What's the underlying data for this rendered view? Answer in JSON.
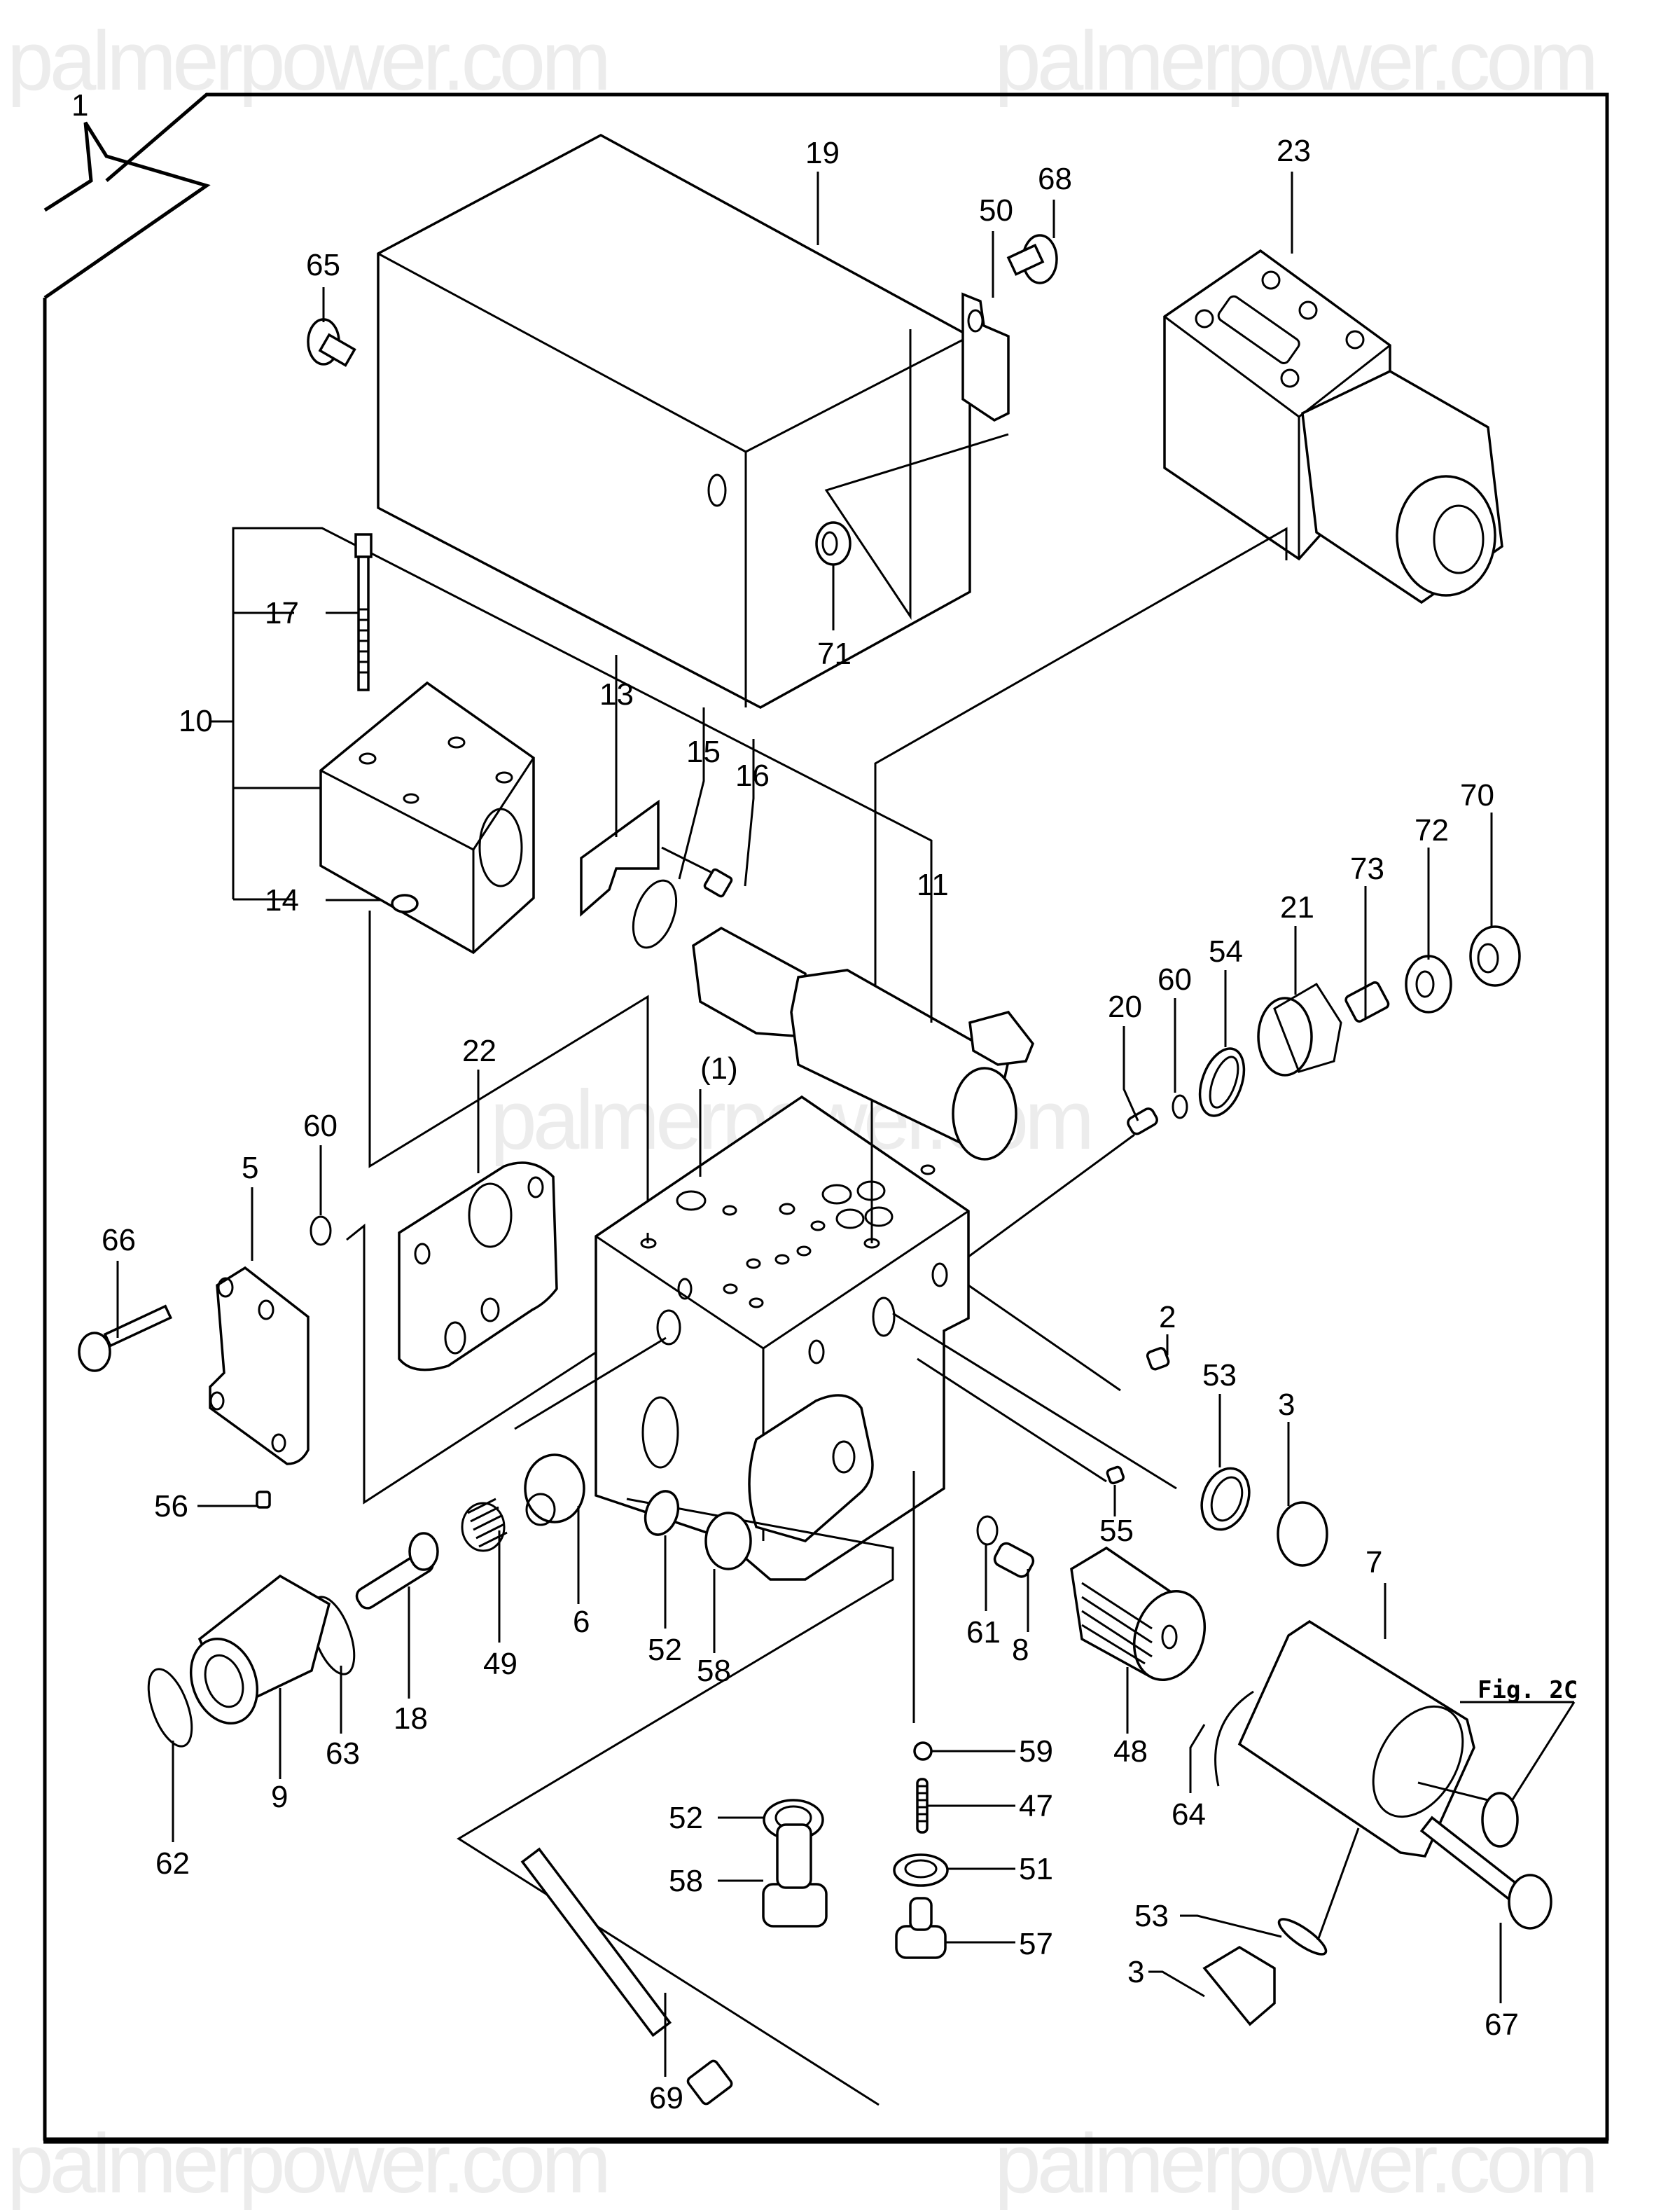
{
  "watermark": {
    "text": "palmerpower.com",
    "color": "#ececec"
  },
  "figure_ref": "Fig. 2C",
  "assembly_label": "1",
  "main_body_label": "(1)",
  "callouts": {
    "c19": "19",
    "c68": "68",
    "c50": "50",
    "c23": "23",
    "c65": "65",
    "c71": "71",
    "c17": "17",
    "c10": "10",
    "c13": "13",
    "c15": "15",
    "c16": "16",
    "c14": "14",
    "c11": "11",
    "c70": "70",
    "c72": "72",
    "c73": "73",
    "c21": "21",
    "c54": "54",
    "c60a": "60",
    "c20": "20",
    "c22": "22",
    "c60b": "60",
    "c5": "5",
    "c66": "66",
    "c56": "56",
    "c2": "2",
    "c53a": "53",
    "c3a": "3",
    "c55": "55",
    "c7": "7",
    "c6": "6",
    "c49": "49",
    "c18": "18",
    "c63": "63",
    "c9": "9",
    "c62": "62",
    "c52a": "52",
    "c58a": "58",
    "c61": "61",
    "c8": "8",
    "c48": "48",
    "c64": "64",
    "c59": "59",
    "c47": "47",
    "c51": "51",
    "c57": "57",
    "c52b": "52",
    "c58b": "58",
    "c53b": "53",
    "c3b": "3",
    "c67": "67",
    "c69": "69"
  }
}
